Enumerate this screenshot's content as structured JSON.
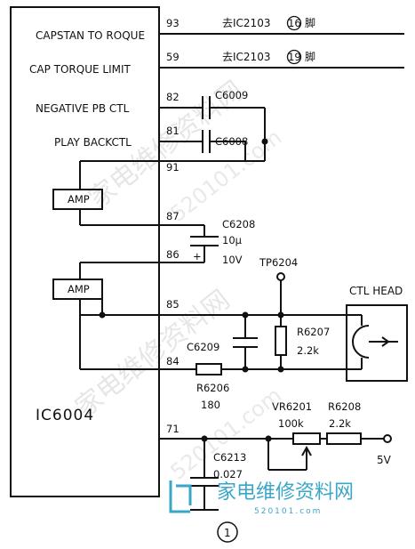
{
  "ic": {
    "name": "IC6004",
    "signals": {
      "capstan_to_roque": "CAPSTAN TO ROQUE",
      "cap_torque_limit": "CAP TORQUE LIMIT",
      "negative_pb_ctl": "NEGATIVE PB CTL",
      "play_backctl": "PLAY BACKCTL"
    },
    "amp_top": "AMP",
    "amp_bottom": "AMP"
  },
  "pins": {
    "p93": "93",
    "p59": "59",
    "p82": "82",
    "p81": "81",
    "p91": "91",
    "p87": "87",
    "p86": "86",
    "p85": "85",
    "p84": "84",
    "p71": "71"
  },
  "notes": {
    "to_ic2103_16": "去IC2103",
    "circ16": "16",
    "foot16": "脚",
    "to_ic2103_19": "去IC2103",
    "circ19": "19",
    "foot19": "脚"
  },
  "components": {
    "c6009": "C6009",
    "c6008": "C6008",
    "c6208": "C6208",
    "c6208_value1": "10μ",
    "c6208_value2": "10V",
    "tp6204": "TP6204",
    "ctl_head": "CTL HEAD",
    "r6207": "R6207",
    "r6207_value": "2.2k",
    "c6209": "C6209",
    "r6206": "R6206",
    "r6206_value": "180",
    "vr6201": "VR6201",
    "vr6201_value": "100k",
    "r6208": "R6208",
    "r6208_value": "2.2k",
    "supply": "5V",
    "c6213": "C6213",
    "c6213_value": "0.027",
    "page_mark": "1"
  },
  "watermark": {
    "site_cn": "家电维修资料网",
    "site_url": "520101.com",
    "logo_cn": "家电维修资料网",
    "logo_url": "520101.com"
  }
}
